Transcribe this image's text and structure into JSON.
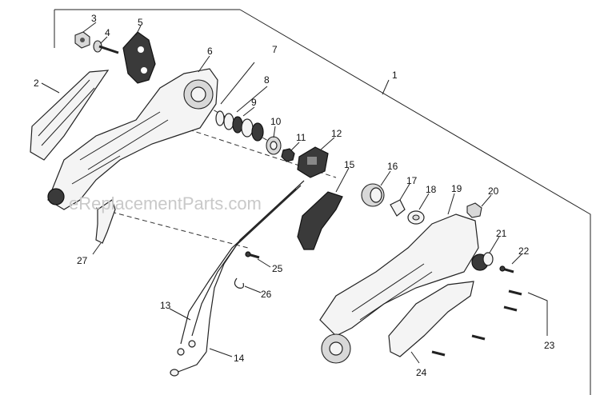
{
  "watermark": "eReplacementParts.com",
  "labels": {
    "l1": "1",
    "l2": "2",
    "l3": "3",
    "l4": "4",
    "l5": "5",
    "l6": "6",
    "l7": "7",
    "l8": "8",
    "l9": "9",
    "l10": "10",
    "l11": "11",
    "l12": "12",
    "l13": "13",
    "l14": "14",
    "l15": "15",
    "l16": "16",
    "l17": "17",
    "l18": "18",
    "l19": "19",
    "l20": "20",
    "l21": "21",
    "l22": "22",
    "l23": "23",
    "l24": "24",
    "l25": "25",
    "l26": "26",
    "l27": "27"
  }
}
